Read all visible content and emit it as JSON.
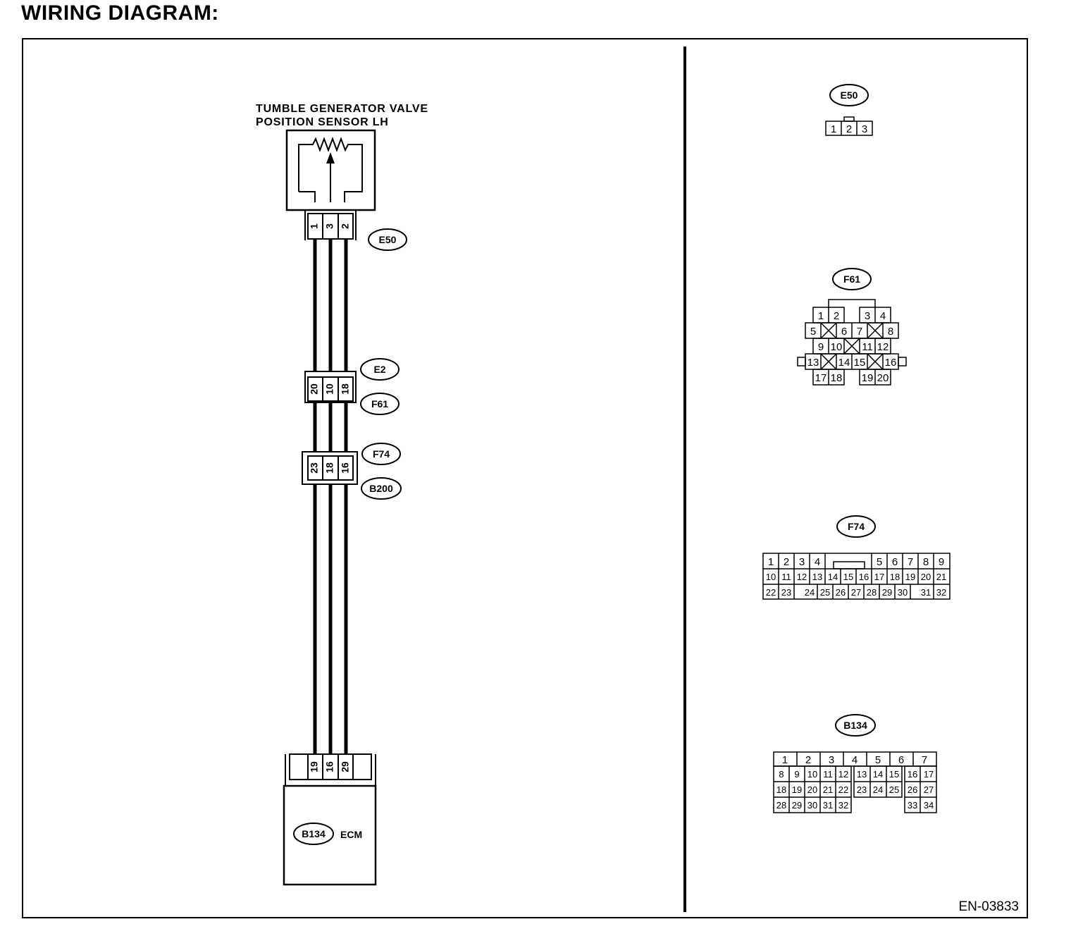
{
  "page": {
    "title": "WIRING DIAGRAM:",
    "ref_code": "EN-03833"
  },
  "sensor": {
    "title_line1": "TUMBLE GENERATOR VALVE",
    "title_line2": "POSITION SENSOR LH",
    "connector": "E50",
    "pins": [
      "1",
      "3",
      "2"
    ]
  },
  "junction1": {
    "connector_top": "E2",
    "connector_bottom": "F61",
    "pins": [
      "20",
      "10",
      "18"
    ]
  },
  "junction2": {
    "connector_top": "F74",
    "connector_bottom": "B200",
    "pins": [
      "23",
      "18",
      "16"
    ]
  },
  "ecm": {
    "label": "ECM",
    "connector": "B134",
    "pins": [
      "19",
      "16",
      "29"
    ]
  },
  "connector_faces": {
    "e50": {
      "label": "E50",
      "pins": [
        "1",
        "2",
        "3"
      ]
    },
    "f61": {
      "label": "F61",
      "rows": [
        [
          "1",
          "2",
          "",
          "3",
          "4"
        ],
        [
          "5",
          "X",
          "6",
          "7",
          "X",
          "8"
        ],
        [
          "9",
          "10",
          "X",
          "11",
          "12"
        ],
        [
          "13",
          "X",
          "14",
          "15",
          "X",
          "16"
        ],
        [
          "17",
          "18",
          "",
          "19",
          "20"
        ]
      ]
    },
    "f74": {
      "label": "F74",
      "rows": [
        [
          "1",
          "2",
          "3",
          "4",
          "",
          "",
          "",
          "",
          "5",
          "6",
          "7",
          "8",
          "9"
        ],
        [
          "10",
          "11",
          "12",
          "13",
          "14",
          "15",
          "16",
          "17",
          "18",
          "19",
          "20",
          "21"
        ],
        [
          "22",
          "23",
          "",
          "24",
          "25",
          "26",
          "27",
          "28",
          "29",
          "30",
          "",
          "31",
          "32"
        ]
      ]
    },
    "b134": {
      "label": "B134",
      "rows": [
        [
          "1",
          "2",
          "3",
          "4",
          "5",
          "6",
          "7"
        ],
        [
          "8",
          "9",
          "10",
          "11",
          "12",
          "13",
          "14",
          "15",
          "16",
          "17"
        ],
        [
          "18",
          "19",
          "20",
          "21",
          "22",
          "23",
          "24",
          "25",
          "26",
          "27"
        ],
        [
          "28",
          "29",
          "30",
          "31",
          "32",
          "33",
          "34"
        ]
      ]
    }
  }
}
